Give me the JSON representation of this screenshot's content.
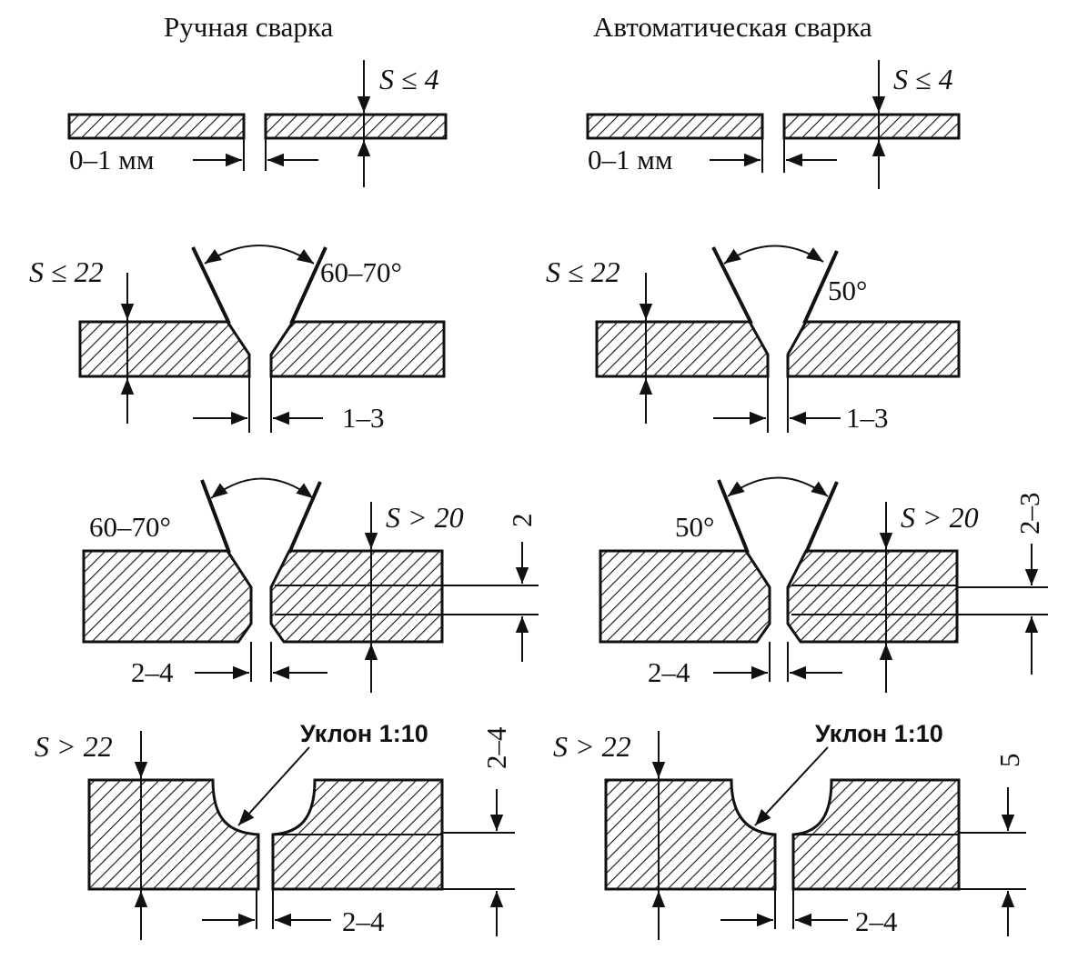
{
  "titles": {
    "left": "Ручная сварка",
    "right": "Автоматическая сварка"
  },
  "colors": {
    "ink": "#111111",
    "background": "#ffffff"
  },
  "manual": {
    "row1": {
      "thickness": "S ≤ 4",
      "gap": "0–1 мм"
    },
    "row2": {
      "thickness": "S ≤ 22",
      "angle": "60–70°",
      "gap": "1–3"
    },
    "row3": {
      "thickness": "S > 20",
      "angle": "60–70°",
      "gap": "2–4",
      "root": "2"
    },
    "row4": {
      "thickness": "S > 22",
      "slope": "Уклон 1:10",
      "gap": "2–4",
      "root": "2–4"
    }
  },
  "auto": {
    "row1": {
      "thickness": "S ≤ 4",
      "gap": "0–1 мм"
    },
    "row2": {
      "thickness": "S ≤ 22",
      "angle": "50°",
      "gap": "1–3"
    },
    "row3": {
      "thickness": "S > 20",
      "angle": "50°",
      "gap": "2–4",
      "root": "2–3"
    },
    "row4": {
      "thickness": "S > 22",
      "slope": "Уклон 1:10",
      "gap": "2–4",
      "root": "5"
    }
  }
}
